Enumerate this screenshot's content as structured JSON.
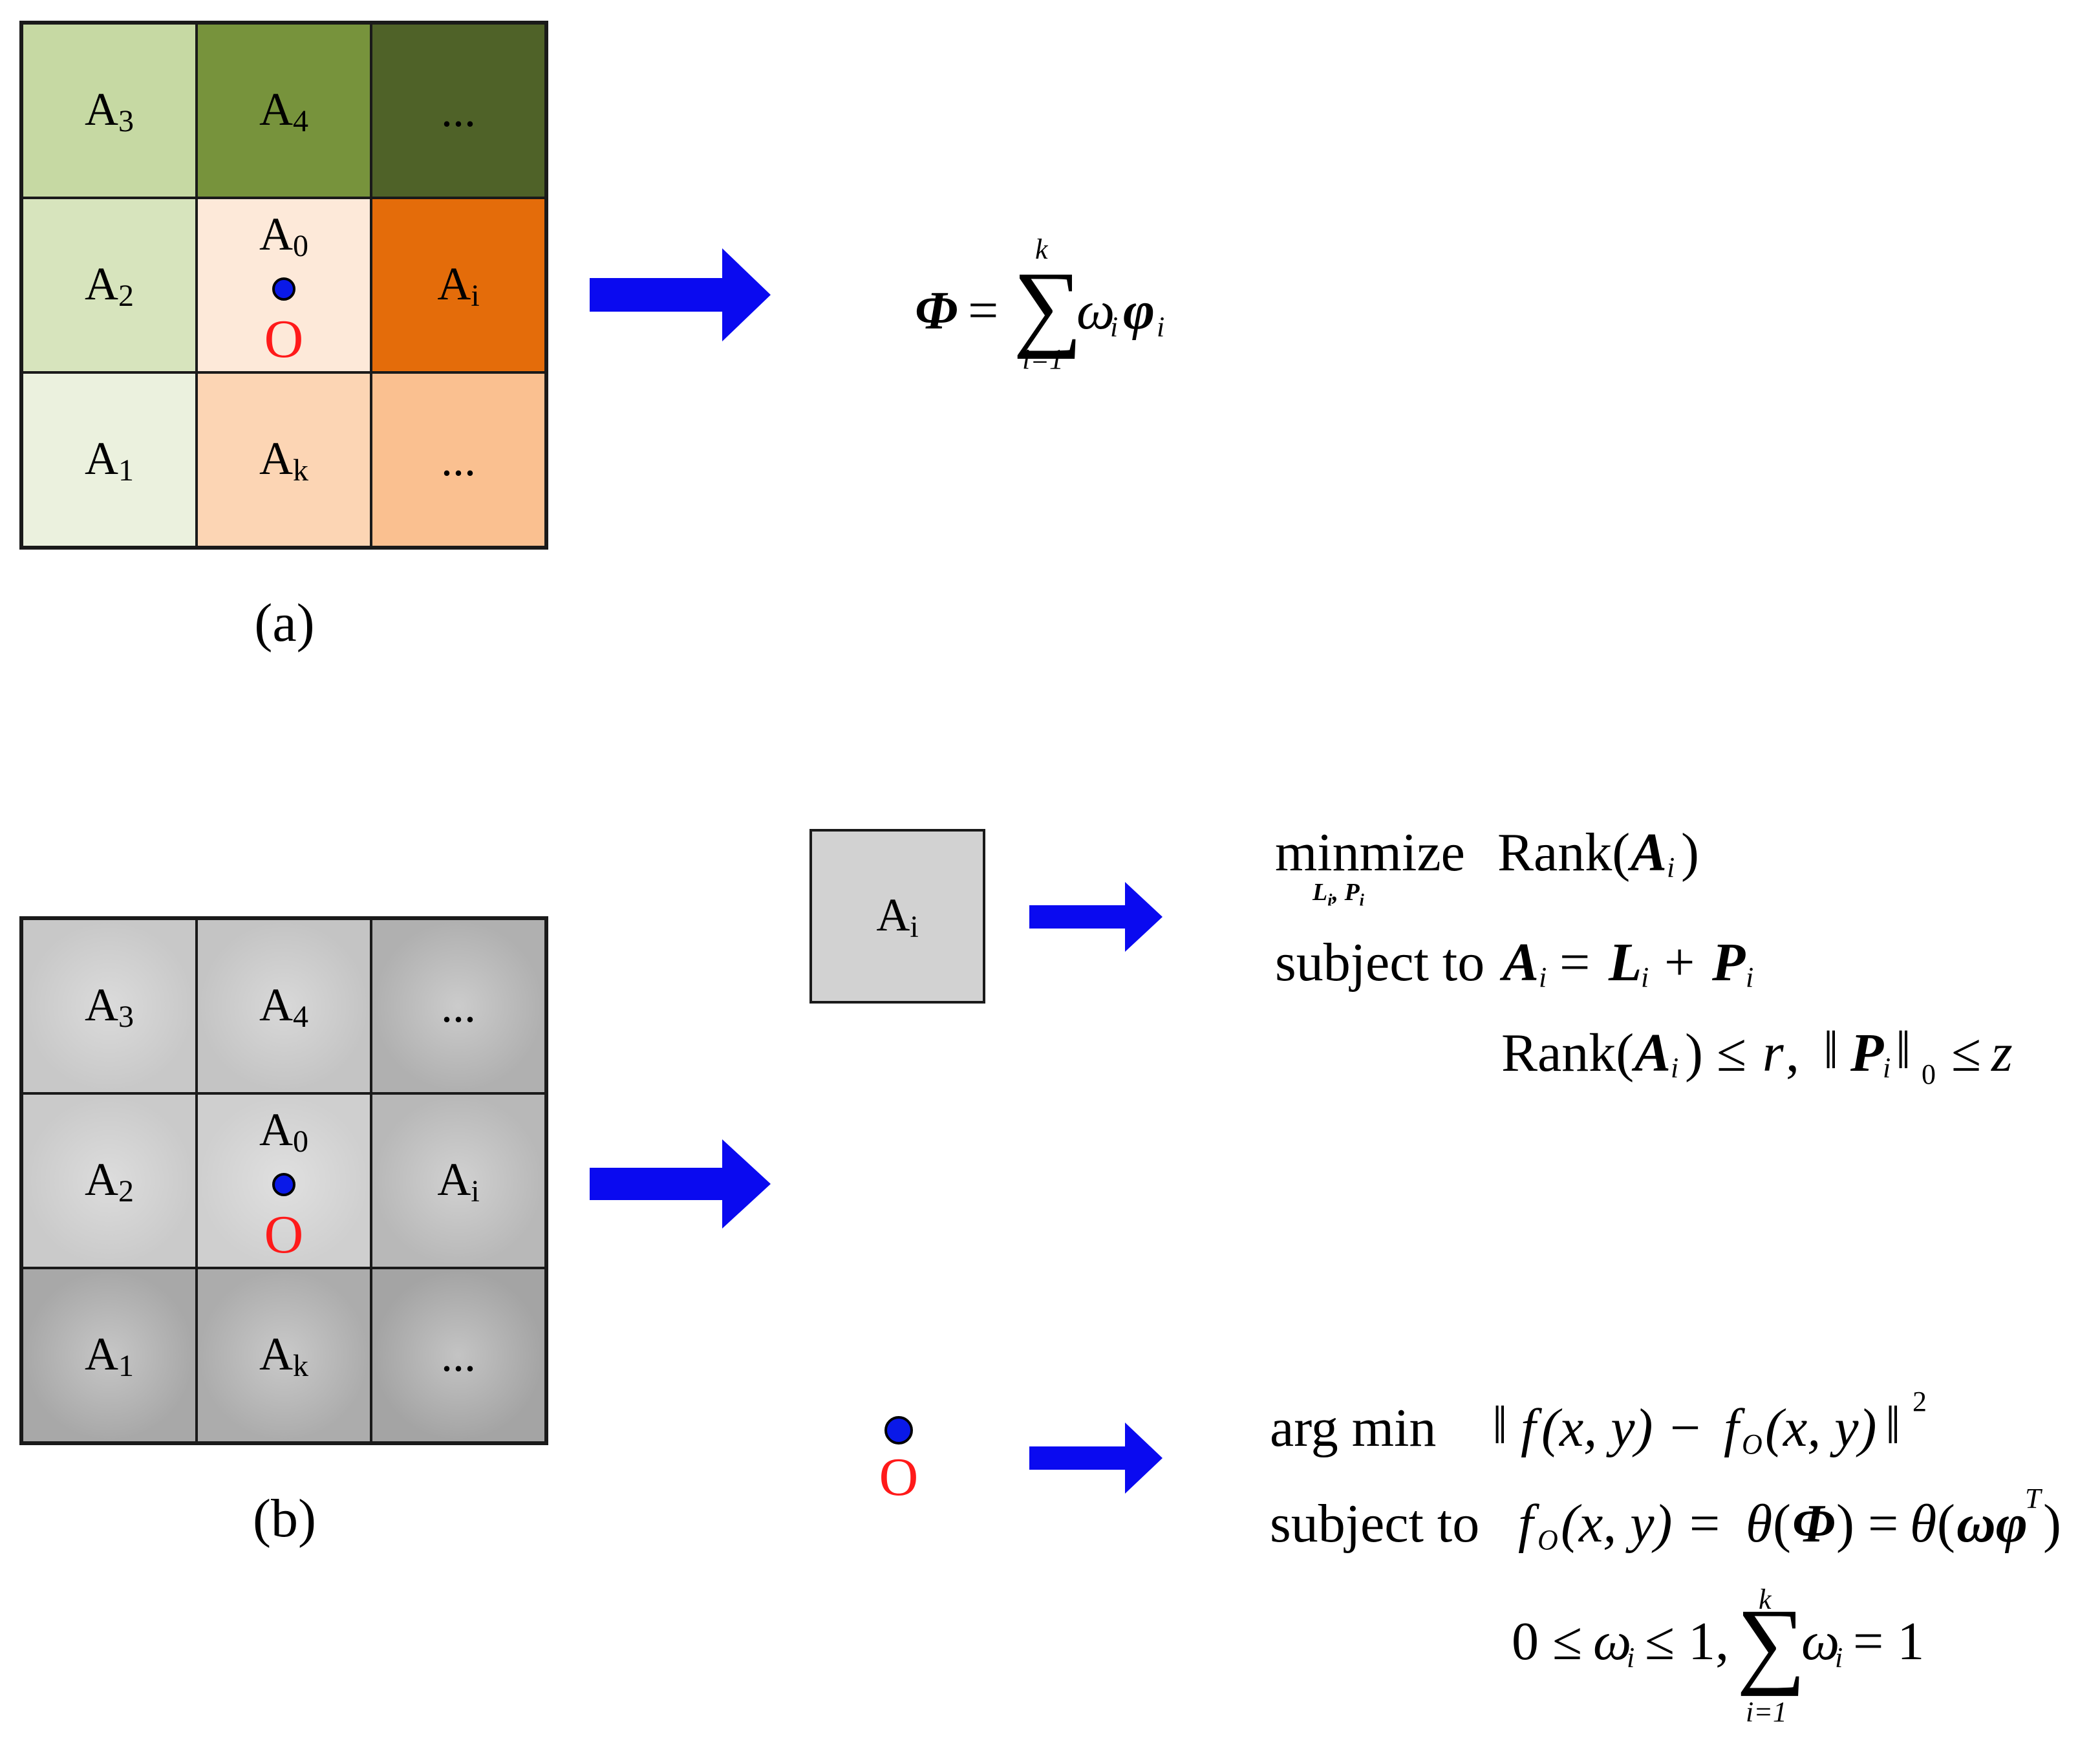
{
  "grid_a": {
    "caption": "(a)",
    "cells": [
      {
        "base": "A",
        "sub": "3",
        "bg": "#c6d9a3",
        "fg": "#000000"
      },
      {
        "base": "A",
        "sub": "4",
        "bg": "#77933c",
        "fg": "#000000"
      },
      {
        "base": "...",
        "sub": "",
        "bg": "#4f6228",
        "fg": "#000000"
      },
      {
        "base": "A",
        "sub": "2",
        "bg": "#d7e4bd",
        "fg": "#000000"
      },
      {
        "base": "A",
        "sub": "0",
        "bg": "#fde9d9",
        "fg": "#000000",
        "center": true
      },
      {
        "base": "A",
        "sub": "i",
        "bg": "#e46c0a",
        "fg": "#000000"
      },
      {
        "base": "A",
        "sub": "1",
        "bg": "#ebf1de",
        "fg": "#000000"
      },
      {
        "base": "A",
        "sub": "k",
        "bg": "#fcd5b4",
        "fg": "#000000"
      },
      {
        "base": "...",
        "sub": "",
        "bg": "#fac090",
        "fg": "#000000"
      }
    ],
    "point_label": "O"
  },
  "grid_b": {
    "caption": "(b)",
    "cells": [
      {
        "base": "A",
        "sub": "3",
        "bg": "#c8c8c8"
      },
      {
        "base": "A",
        "sub": "4",
        "bg": "#c4c4c4"
      },
      {
        "base": "...",
        "sub": "",
        "bg": "#b0b0b0"
      },
      {
        "base": "A",
        "sub": "2",
        "bg": "#cacaca"
      },
      {
        "base": "A",
        "sub": "0",
        "bg": "#cfcfcf",
        "center": true
      },
      {
        "base": "A",
        "sub": "i",
        "bg": "#b8b8b8"
      },
      {
        "base": "A",
        "sub": "1",
        "bg": "#a8a8a8"
      },
      {
        "base": "A",
        "sub": "k",
        "bg": "#acacac"
      },
      {
        "base": "...",
        "sub": "",
        "bg": "#a4a4a4"
      }
    ],
    "point_label": "O"
  },
  "patch": {
    "base": "A",
    "sub": "i",
    "bg": "#d2d2d2"
  },
  "point_o": {
    "label": "O"
  },
  "colors": {
    "arrow": "#0a0af0",
    "point_fill": "#0a19e8",
    "point_label": "#ff1a1a"
  },
  "eq_phi": {
    "lhs": "Φ",
    "eq": "=",
    "sum_upper": "k",
    "sum_lower": "i=1",
    "omega": "ω",
    "omega_sub": "i",
    "phi": "φ",
    "phi_sub": "i"
  },
  "eq_rank": {
    "line1_word": "minmize",
    "line1_under": "L",
    "line1_under_sub": "i",
    "line1_under_sep": ",",
    "line1_under2": "P",
    "line1_under2_sub": "i",
    "line1_rank": "Rank(",
    "line1_A": "A",
    "line1_A_sub": "i",
    "line1_close": ")",
    "line2_word": "subject to",
    "line2_A": "A",
    "line2_A_sub": "i",
    "line2_eq": "=",
    "line2_L": "L",
    "line2_L_sub": "i",
    "line2_plus": "+",
    "line2_P": "P",
    "line2_P_sub": "i",
    "line3_rank": "Rank(",
    "line3_A": "A",
    "line3_A_sub": "i",
    "line3_le_r": ") ≤",
    "line3_r": "r",
    "line3_comma": ",",
    "line3_P": "P",
    "line3_P_sub": "i",
    "line3_norm_sub": "0",
    "line3_le_z": "≤",
    "line3_z": "z"
  },
  "eq_argmin": {
    "line1_word": "arg min",
    "line1_f": "f",
    "line1_xy": "(x, y) −",
    "line1_fO": "f",
    "line1_fO_sub": "O",
    "line1_xy2": "(x, y)",
    "line1_sq": "2",
    "line2_word": "subject to",
    "line2_f": "f",
    "line2_f_sub": "O",
    "line2_xy": "(x, y) =",
    "line2_theta1": "θ",
    "line2_open": "(",
    "line2_Phi": "Φ",
    "line2_mid": ") =",
    "line2_theta2": "θ",
    "line2_open2": "(",
    "line2_omegaphi": "ωφ",
    "line2_T": "T",
    "line2_close": ")",
    "line3_zero": "0 ≤",
    "line3_omega": "ω",
    "line3_omega_sub": "i",
    "line3_le1": "≤ 1,",
    "line3_sum_upper": "k",
    "line3_sum_lower": "i=1",
    "line3_omega2": "ω",
    "line3_omega2_sub": "i",
    "line3_eq1": "= 1"
  }
}
